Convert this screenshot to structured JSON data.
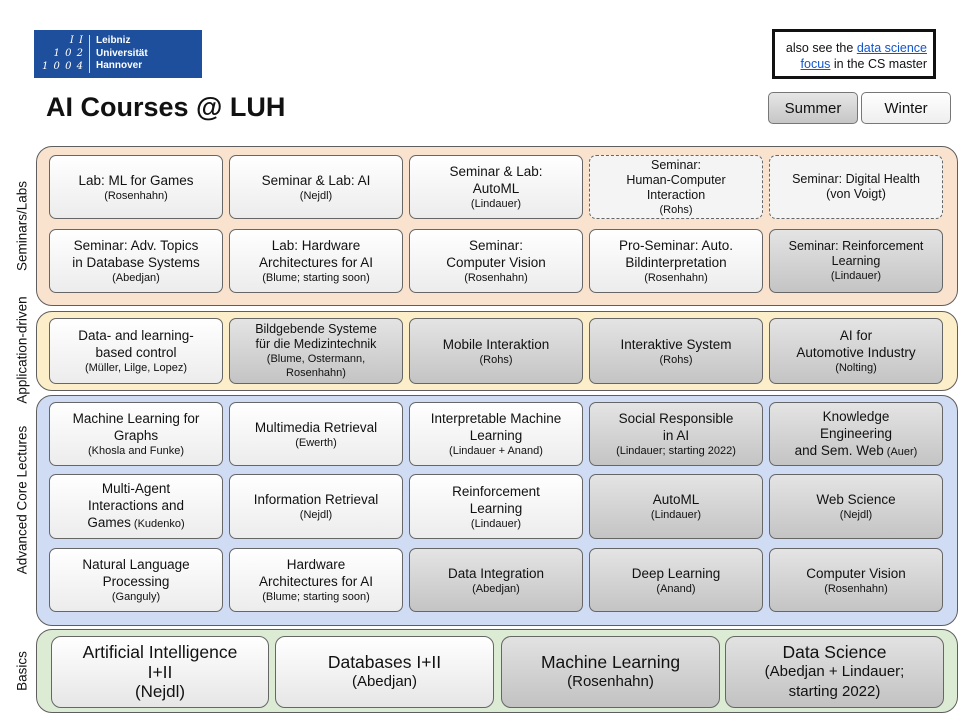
{
  "logo": {
    "nums": [
      "I I",
      "1 0 2",
      "1 0 0 4"
    ],
    "name_lines": [
      "Leibniz",
      "Universität",
      "Hannover"
    ]
  },
  "title": "AI Courses @ LUH",
  "note": {
    "prefix": "also see the ",
    "link": "data science focus",
    "suffix": " in the CS master"
  },
  "legend": {
    "summer": "Summer",
    "winter": "Winter"
  },
  "side_labels": {
    "seminars": "Seminars/Labs",
    "application": "Application-driven",
    "advanced": "Advanced Core Lectures",
    "basics": "Basics"
  },
  "seminars": {
    "r1": [
      {
        "title": "Lab: ML for Games",
        "sub": "(Rosenhahn)"
      },
      {
        "title": "Seminar & Lab: AI",
        "sub": "(Nejdl)"
      },
      {
        "title": "Seminar & Lab:\nAutoML",
        "sub": "(Lindauer)"
      },
      {
        "title": "Seminar:\nHuman-Computer\nInteraction",
        "sub": "(Rohs)"
      },
      {
        "title": "Seminar: Digital Health\n(von Voigt)",
        "sub": ""
      }
    ],
    "r2": [
      {
        "title": "Seminar: Adv. Topics\nin Database Systems",
        "sub": "(Abedjan)"
      },
      {
        "title": "Lab: Hardware\nArchitectures for AI",
        "sub": "(Blume; starting soon)"
      },
      {
        "title": "Seminar:\nComputer Vision",
        "sub": "(Rosenhahn)"
      },
      {
        "title": "Pro-Seminar: Auto.\nBildinterpretation",
        "sub": "(Rosenhahn)"
      },
      {
        "title": "Seminar: Reinforcement\nLearning",
        "sub": "(Lindauer)"
      }
    ]
  },
  "application": [
    {
      "title": "Data- and learning-\nbased control",
      "sub": "(Müller, Lilge, Lopez)"
    },
    {
      "title": "Bildgebende Systeme\nfür die Medizintechnik",
      "sub": "(Blume, Ostermann,\nRosenhahn)"
    },
    {
      "title": "Mobile Interaktion",
      "sub": "(Rohs)"
    },
    {
      "title": "Interaktive System",
      "sub": "(Rohs)"
    },
    {
      "title": "AI for\nAutomotive Industry",
      "sub": "(Nolting)"
    }
  ],
  "advanced": {
    "r1": [
      {
        "title": "Machine Learning for\nGraphs",
        "sub": "(Khosla and Funke)"
      },
      {
        "title": "Multimedia Retrieval",
        "sub": "(Ewerth)"
      },
      {
        "title": "Interpretable Machine\nLearning",
        "sub": "(Lindauer + Anand)"
      },
      {
        "title": "Social Responsible\nin AI",
        "sub": "(Lindauer; starting 2022)"
      },
      {
        "title": "Knowledge\nEngineering\nand Sem. Web",
        "inline": " (Auer)"
      }
    ],
    "r2": [
      {
        "title": "Multi-Agent\nInteractions and\nGames",
        "inline": " (Kudenko)"
      },
      {
        "title": "Information Retrieval",
        "sub": "(Nejdl)"
      },
      {
        "title": "Reinforcement\nLearning",
        "sub": "(Lindauer)"
      },
      {
        "title": "AutoML",
        "sub": "(Lindauer)"
      },
      {
        "title": "Web Science",
        "sub": "(Nejdl)"
      }
    ],
    "r3": [
      {
        "title": "Natural Language\nProcessing",
        "sub": "(Ganguly)"
      },
      {
        "title": "Hardware\nArchitectures for AI",
        "sub": "(Blume; starting soon)"
      },
      {
        "title": "Data Integration",
        "sub": "(Abedjan)"
      },
      {
        "title": "Deep Learning",
        "sub": "(Anand)"
      },
      {
        "title": "Computer Vision",
        "sub": "(Rosenhahn)"
      }
    ]
  },
  "basics": [
    {
      "title": "Artificial Intelligence\nI+II",
      "sub": "(Nejdl)"
    },
    {
      "title": "Databases I+II",
      "sub": "(Abedjan)"
    },
    {
      "title": "Machine Learning",
      "sub": "(Rosenhahn)"
    },
    {
      "title": "Data Science",
      "sub": "(Abedjan + Lindauer;\nstarting 2022)"
    }
  ],
  "colors": {
    "seminars_bg": "#f9e3cf",
    "application_bg": "#fbeec8",
    "advanced_bg": "#cfdcf4",
    "basics_bg": "#dcecd4",
    "summer_box": "#d4d4d4",
    "winter_box": "#f4f4f4",
    "logo_blue": "#1d4f9c",
    "link": "#1155cc"
  }
}
